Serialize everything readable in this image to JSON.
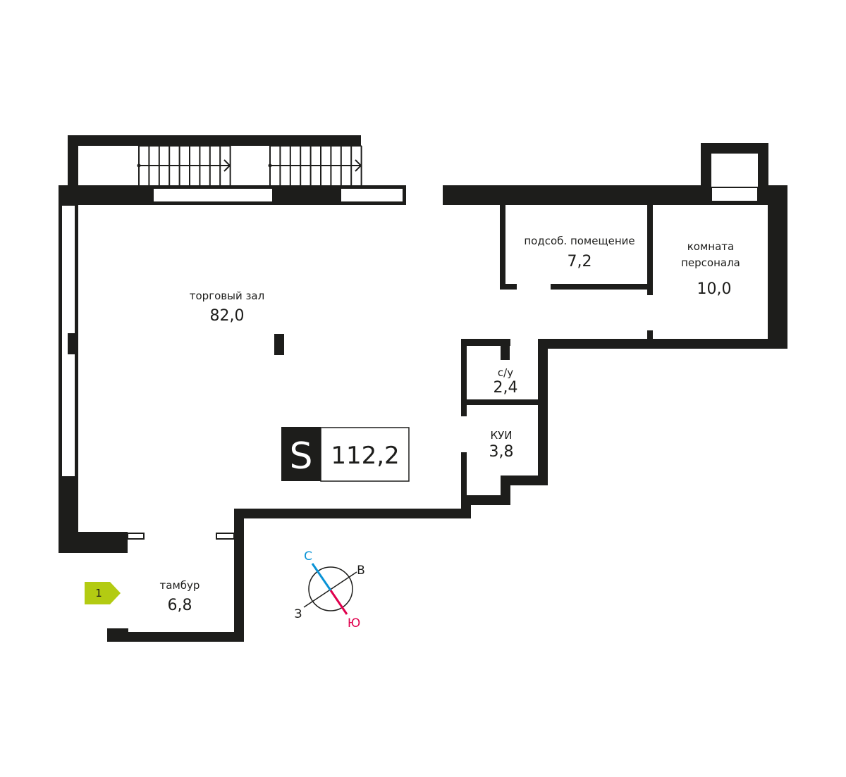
{
  "plan": {
    "total_area": {
      "letter": "S",
      "value": "112,2"
    },
    "rooms": [
      {
        "id": "sales-hall",
        "label": "торговый зал",
        "area": "82,0"
      },
      {
        "id": "utility-room",
        "label": "подсоб. помещение",
        "area": "7,2"
      },
      {
        "id": "staff-room",
        "label_line1": "комната",
        "label_line2": "персонала",
        "area": "10,0"
      },
      {
        "id": "wc",
        "label": "с/у",
        "area": "2,4"
      },
      {
        "id": "cleaning-room",
        "label": "КУИ",
        "area": "3,8"
      },
      {
        "id": "vestibule",
        "label": "тамбур",
        "area": "6,8"
      }
    ],
    "entrance": {
      "number": "1",
      "color": "#b3cb12"
    },
    "compass": {
      "north": "С",
      "south": "Ю",
      "east": "В",
      "west": "З",
      "north_color": "#0a93d6",
      "south_color": "#e0004d"
    },
    "colors": {
      "wall": "#1d1d1b"
    }
  }
}
